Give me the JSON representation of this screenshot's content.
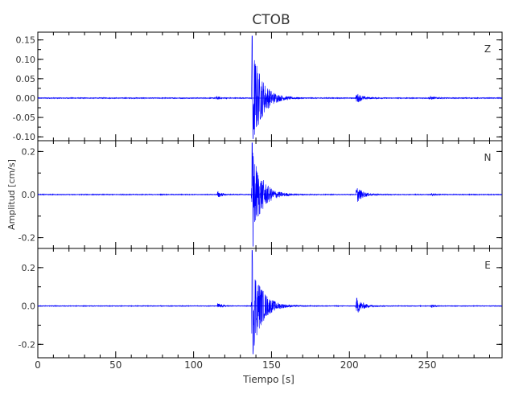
{
  "chart_data": {
    "type": "line",
    "title": "CTOB",
    "xlabel": "Tiempo [s]",
    "ylabel": "Amplitud [cm/s]",
    "xlim": [
      0,
      298
    ],
    "x_ticks": [
      0,
      50,
      100,
      150,
      200,
      250
    ],
    "x_tick_labels": [
      "0",
      "50",
      "100",
      "150",
      "200",
      "250"
    ],
    "line_color": "#0000ff",
    "panels": [
      {
        "label": "Z",
        "ylim": [
          -0.11,
          0.17
        ],
        "y_ticks": [
          -0.1,
          -0.05,
          0.0,
          0.05,
          0.1,
          0.15
        ],
        "y_tick_labels": [
          "-0.10",
          "-0.05",
          "0.00",
          "0.05",
          "0.10",
          "0.15"
        ],
        "events": [
          {
            "t": 114,
            "amp": 0.006,
            "decay": 2.5
          },
          {
            "t": 137,
            "amp": 0.16,
            "neg": -0.105,
            "decay": 6
          },
          {
            "t": 204,
            "amp": 0.015,
            "decay": 4
          },
          {
            "t": 251,
            "amp": 0.005,
            "decay": 3
          }
        ],
        "noise": 0.0012
      },
      {
        "label": "N",
        "ylim": [
          -0.25,
          0.25
        ],
        "y_ticks": [
          -0.2,
          0.0,
          0.2
        ],
        "y_tick_labels": [
          "-0.2",
          "0.0",
          "0.2"
        ],
        "events": [
          {
            "t": 115,
            "amp": 0.02,
            "decay": 2.5
          },
          {
            "t": 137,
            "amp": 0.24,
            "neg": -0.24,
            "decay": 6
          },
          {
            "t": 204,
            "amp": 0.045,
            "decay": 4
          },
          {
            "t": 252,
            "amp": 0.006,
            "decay": 3
          }
        ],
        "noise": 0.002
      },
      {
        "label": "E",
        "ylim": [
          -0.27,
          0.3
        ],
        "y_ticks": [
          -0.2,
          0.0,
          0.2
        ],
        "y_tick_labels": [
          "-0.2",
          "0.0",
          "0.2"
        ],
        "events": [
          {
            "t": 115,
            "amp": 0.02,
            "decay": 2.5
          },
          {
            "t": 137,
            "amp": 0.29,
            "neg": -0.25,
            "decay": 6
          },
          {
            "t": 204,
            "amp": 0.05,
            "decay": 4
          },
          {
            "t": 252,
            "amp": 0.008,
            "decay": 3
          }
        ],
        "noise": 0.002
      }
    ]
  }
}
